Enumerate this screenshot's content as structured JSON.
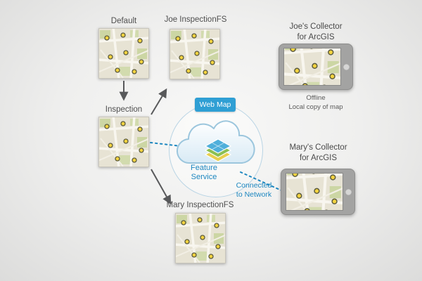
{
  "maps": {
    "default": {
      "label": "Default"
    },
    "joe_fs": {
      "label": "Joe InspectionFS"
    },
    "inspection": {
      "label": "Inspection"
    },
    "mary_fs": {
      "label": "Mary InspectionFS"
    }
  },
  "cloud": {
    "web_map_badge": "Web Map",
    "feature_service_line1": "Feature",
    "feature_service_line2": "Service"
  },
  "devices": {
    "joe": {
      "title_line1": "Joe's Collector",
      "title_line2": "for ArcGIS",
      "status_line1": "Offline",
      "status_line2": "Local copy of map"
    },
    "mary": {
      "title_line1": "Mary's Collector",
      "title_line2": "for ArcGIS"
    }
  },
  "connection": {
    "line1": "Connected",
    "line2": "to Network"
  },
  "colors": {
    "accent_blue": "#1d87c0",
    "badge_blue": "#2f9fd4",
    "arrow_gray": "#58595b"
  }
}
